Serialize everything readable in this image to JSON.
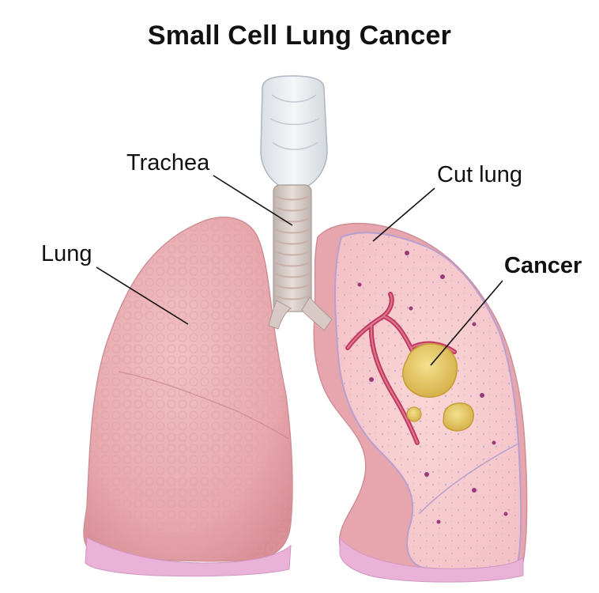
{
  "title": "Small Cell Lung Cancer",
  "labels": {
    "trachea": "Trachea",
    "lung": "Lung",
    "cut_lung": "Cut lung",
    "cancer": "Cancer"
  },
  "colors": {
    "lung_outer": "#e7a9ad",
    "lung_cut": "#f5c7ca",
    "lung_base": "#eab2d8",
    "trachea": "#d8c8c4",
    "tumor": "#e8cf6c",
    "vessel": "#c4385e"
  }
}
